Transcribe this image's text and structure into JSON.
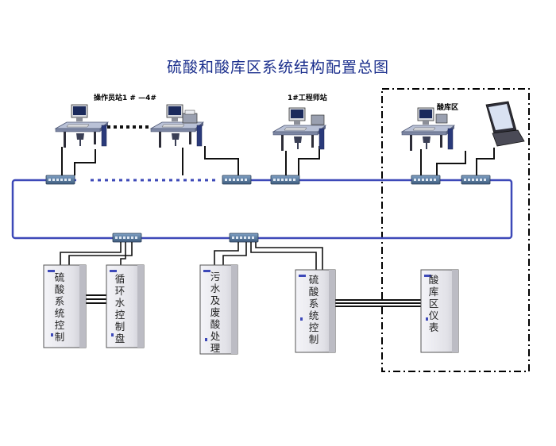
{
  "title": "硫酸和酸库区系统结构配置总图",
  "labels": {
    "operator_stations": "操作员站1 # —4#",
    "engineer_station": "1#工程师站",
    "acid_area": "酸库区"
  },
  "cabinets": [
    {
      "id": "c1",
      "text": "硫酸系统控制"
    },
    {
      "id": "c2",
      "text": "循环水控制盘"
    },
    {
      "id": "c3",
      "text": "污水及废酸处理"
    },
    {
      "id": "c4",
      "text": "硫酸系统控制"
    },
    {
      "id": "c5",
      "text": "酸库区仪表"
    }
  ],
  "colors": {
    "title": "#1a2e8c",
    "network": "#3d49b8",
    "cabinet": "#e9e9ee",
    "cabinet_dark": "#b9b9c2",
    "switch": "#4a6a8c"
  }
}
